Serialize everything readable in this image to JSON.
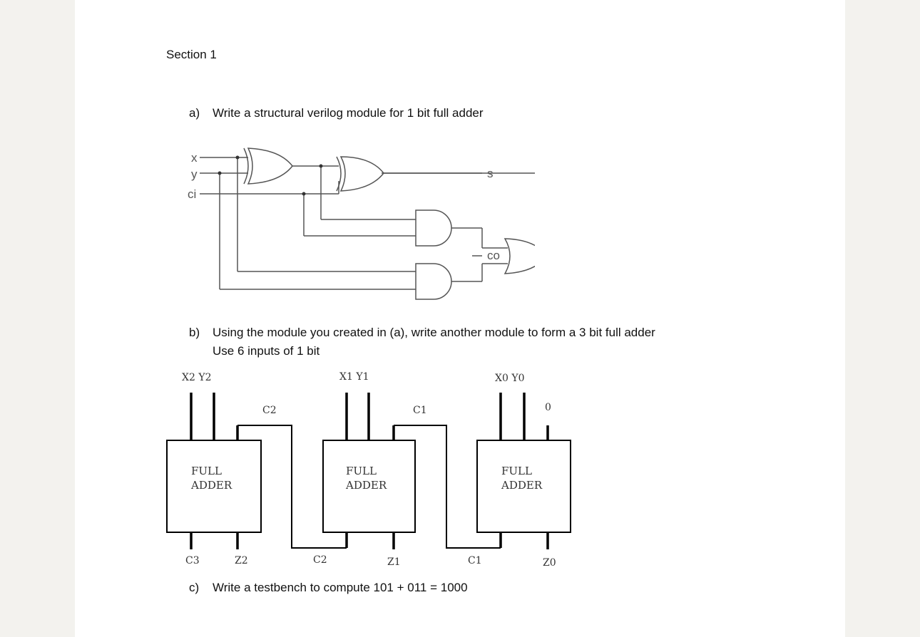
{
  "section": {
    "title": "Section 1"
  },
  "items": {
    "a": {
      "marker": "a)",
      "text": "Write a structural verilog module for 1 bit full adder"
    },
    "b": {
      "marker": "b)",
      "text": "Using the module you created in (a), write another module to form a 3 bit full adder",
      "subtext": "Use 6 inputs of 1 bit"
    },
    "c": {
      "marker": "c)",
      "text": "Write a testbench to compute 101 + 011 =  1000"
    }
  },
  "circuit1": {
    "inputs": {
      "x": "x",
      "y": "y",
      "ci": "ci"
    },
    "outputs": {
      "s": "s",
      "co": "co"
    }
  },
  "circuit2": {
    "block_label_line1": "FULL",
    "block_label_line2": "ADDER",
    "top_labels": {
      "x2y2": "X2 Y2",
      "x1y1": "X1 Y1",
      "x0y0": "X0 Y0",
      "c2": "C2",
      "c1": "C1",
      "zero": "0"
    },
    "bottom_labels": {
      "c3": "C3",
      "z2": "Z2",
      "c2": "C2",
      "z1": "Z1",
      "c1": "C1",
      "z0": "Z0"
    }
  }
}
